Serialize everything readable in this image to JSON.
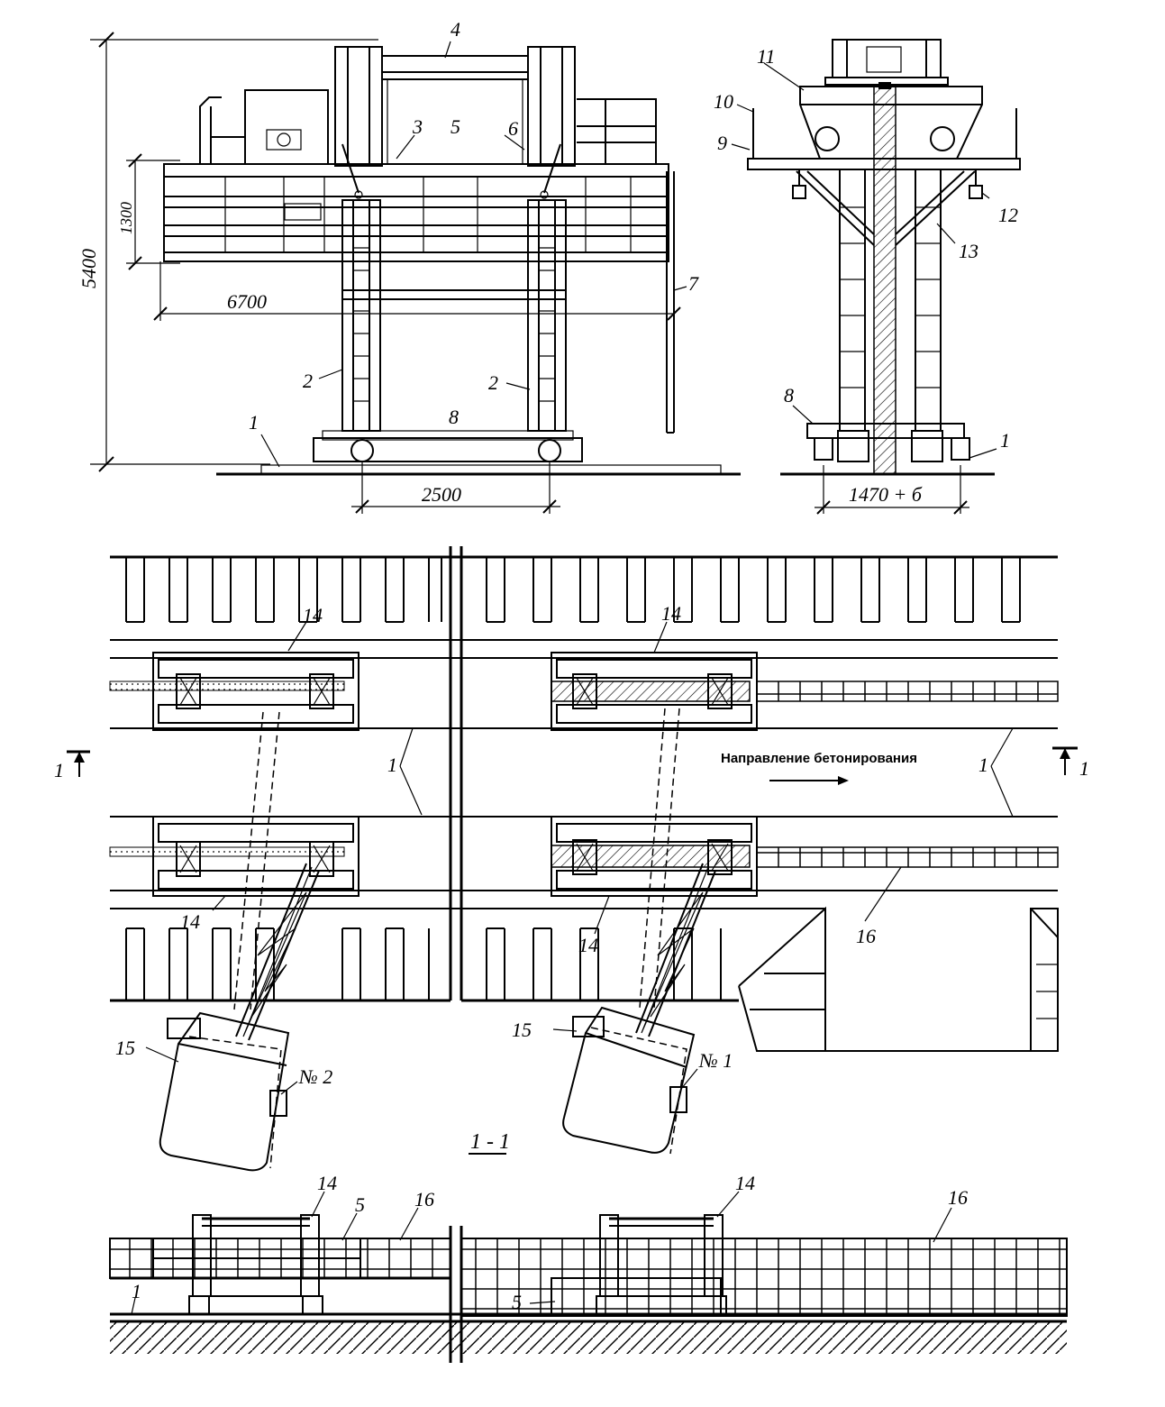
{
  "dimensions": {
    "height_total": "5400",
    "height_platform": "1300",
    "width_platform": "6700",
    "gauge": "2500",
    "gauge_side": "1470 + б"
  },
  "labels": {
    "l1": "1",
    "l2": "2",
    "l3": "3",
    "l4": "4",
    "l5": "5",
    "l6": "6",
    "l7": "7",
    "l8": "8",
    "l9": "9",
    "l10": "10",
    "l11": "11",
    "l12": "12",
    "l13": "13",
    "l14": "14",
    "l15": "15",
    "l16": "16"
  },
  "plan": {
    "direction_text": "Направление бетонирования",
    "crane_no1": "№ 1",
    "crane_no2": "№ 2",
    "section_mark_left": "1",
    "section_mark_right": "1"
  },
  "section": {
    "title": "1 - 1"
  }
}
